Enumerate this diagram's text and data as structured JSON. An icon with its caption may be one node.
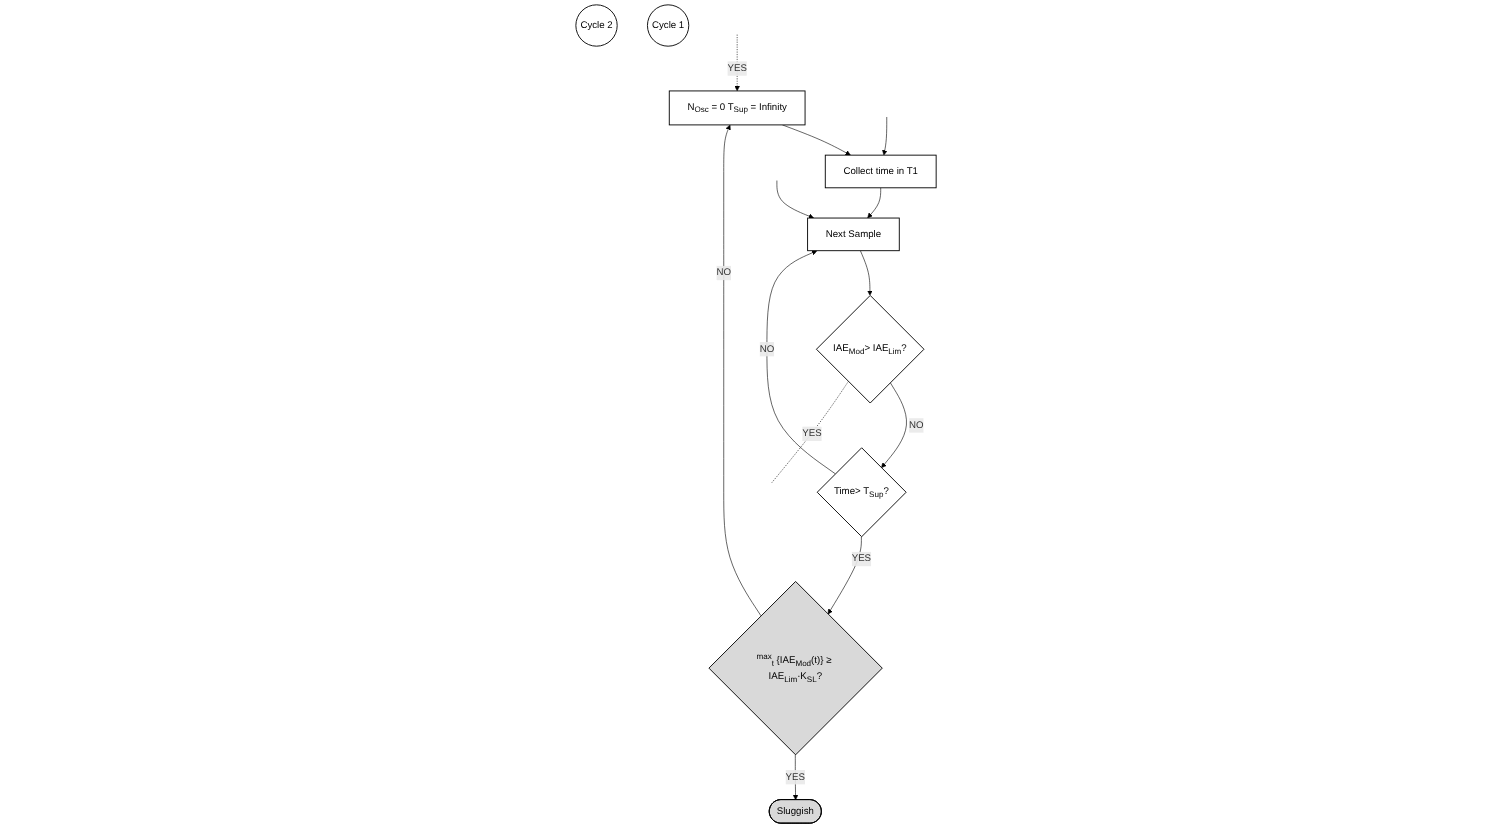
{
  "diagram": {
    "nodes": [
      {
        "text": [
          "N$_{Osc}$ = 0 T$_{Sup}$ = Infinity"
        ]
      },
      {
        "text": [
          "Collect time in T1"
        ]
      },
      {
        "text": [
          "Cycle 2"
        ]
      },
      {
        "text": [
          "$^{max}$$_{t}$ {IAE$_{Mod}$(t)} ≥ IAE$_{Lim}$·K$_{SL}$?"
        ]
      },
      {
        "text": [
          "Sluggish"
        ]
      },
      {
        "text": [
          "Next Sample"
        ]
      },
      {
        "text": [
          "Cycle 1"
        ]
      },
      {
        "text": [
          "IAE$_{Mod}$> IAE$_{Lim}$?"
        ]
      },
      {
        "text": [
          "Time> T$_{Sup}$?"
        ]
      }
    ],
    "edges": [
      {
        "from": null,
        "to": 0,
        "arrow": "to",
        "label": "YES",
        "style": "dashed"
      },
      {
        "from": 0,
        "to": 1,
        "arrow": "to"
      },
      {
        "from": 1,
        "to": 5,
        "arrow": "to"
      },
      {
        "from": 5,
        "to": 7,
        "arrow": "to"
      },
      {
        "from": 7,
        "to": 8,
        "arrow": "to",
        "label": "NO"
      },
      {
        "from": 8,
        "to": 5,
        "arrow": "to",
        "label": "NO"
      },
      {
        "from": 8,
        "to": 3,
        "arrow": "to",
        "label": "YES"
      },
      {
        "from": 3,
        "to": 0,
        "arrow": "to",
        "label": "NO"
      },
      {
        "from": 3,
        "to": 4,
        "arrow": "to",
        "label": "YES"
      },
      {
        "from": 7,
        "to": null,
        "arrow": "none",
        "label": "YES",
        "style": "dashed"
      },
      {
        "from": null,
        "to": 1,
        "arrow": "to"
      },
      {
        "from": null,
        "to": 5,
        "arrow": "to"
      }
    ]
  }
}
